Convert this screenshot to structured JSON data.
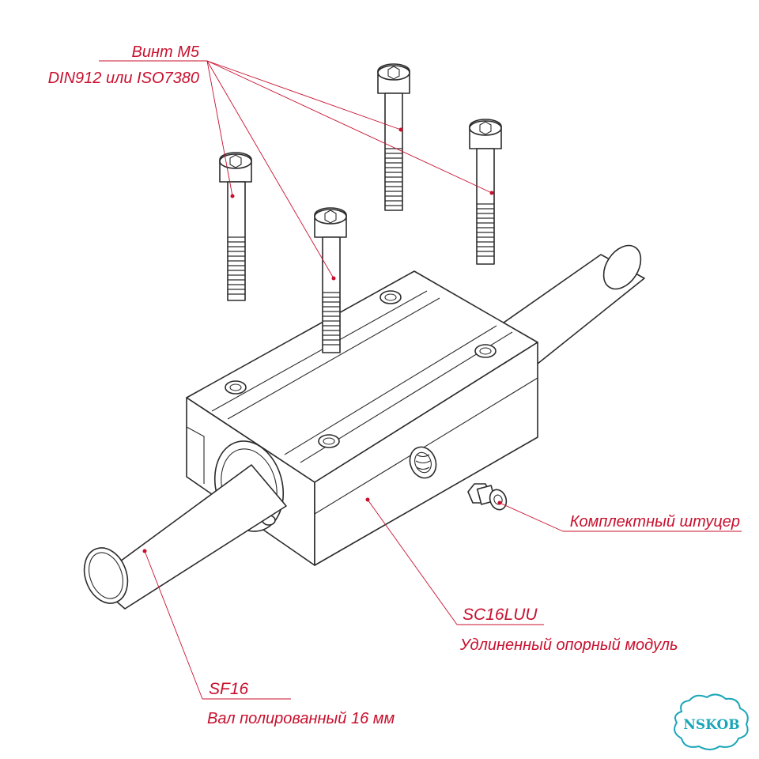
{
  "colors": {
    "callout": "#c8102e",
    "line": "#2b2b2b",
    "logo": "#1aa6b8"
  },
  "labels": {
    "screw_line1": "Винт М5",
    "screw_line2": "DIN912 или ISO7380",
    "fitting": "Комплектный штуцер",
    "module_code": "SC16LUU",
    "module_desc": "Удлиненный опорный модуль",
    "shaft_code": "SF16",
    "shaft_desc": "Вал полированный 16 мм"
  },
  "logo": {
    "text": "NSKOB"
  }
}
